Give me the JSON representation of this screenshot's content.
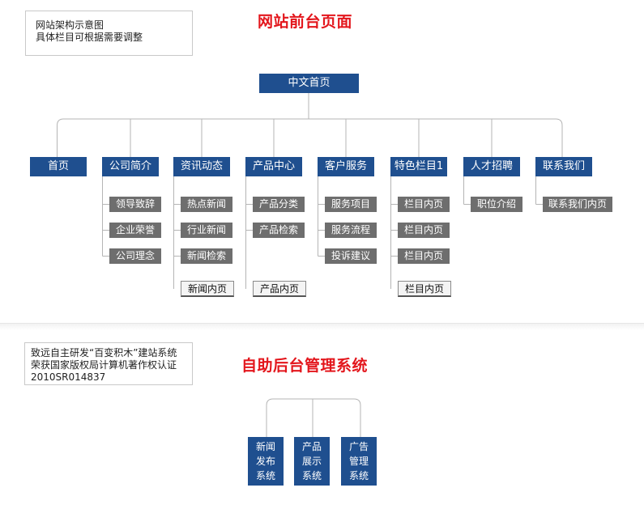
{
  "note_top": {
    "lines": [
      "网站架构示意图",
      "具体栏目可根据需要调整"
    ]
  },
  "front_title": "网站前台页面",
  "root": "中文首页",
  "columns": [
    {
      "label": "首页",
      "items": [],
      "inner": ""
    },
    {
      "label": "公司简介",
      "items": [
        "领导致辞",
        "企业荣誉",
        "公司理念"
      ],
      "inner": ""
    },
    {
      "label": "资讯动态",
      "items": [
        "热点新闻",
        "行业新闻",
        "新闻检索"
      ],
      "inner": "新闻内页"
    },
    {
      "label": "产品中心",
      "items": [
        "产品分类",
        "产品检索"
      ],
      "inner": "产品内页"
    },
    {
      "label": "客户服务",
      "items": [
        "服务项目",
        "服务流程",
        "投诉建议"
      ],
      "inner": ""
    },
    {
      "label": "特色栏目1",
      "items": [
        "栏目内页",
        "栏目内页",
        "栏目内页"
      ],
      "inner": "栏目内页"
    },
    {
      "label": "人才招聘",
      "items": [
        "职位介绍"
      ],
      "inner": ""
    },
    {
      "label": "联系我们",
      "items": [
        "联系我们内页"
      ],
      "inner": ""
    }
  ],
  "note_bottom": {
    "lines": [
      "致远自主研发“百变积木”建站系统",
      "荣获国家版权局计算机著作权认证",
      "2010SR014837"
    ]
  },
  "back_title": "自助后台管理系统",
  "systems": [
    {
      "lines": [
        "新闻",
        "发布",
        "系统"
      ]
    },
    {
      "lines": [
        "产品",
        "展示",
        "系统"
      ]
    },
    {
      "lines": [
        "广告",
        "管理",
        "系统"
      ]
    }
  ],
  "colors": {
    "title_red": "#e3161c",
    "node_blue": "#1f4f8f",
    "item_gray": "#6e6e6e",
    "connector_gray": "#b5b5b5"
  }
}
